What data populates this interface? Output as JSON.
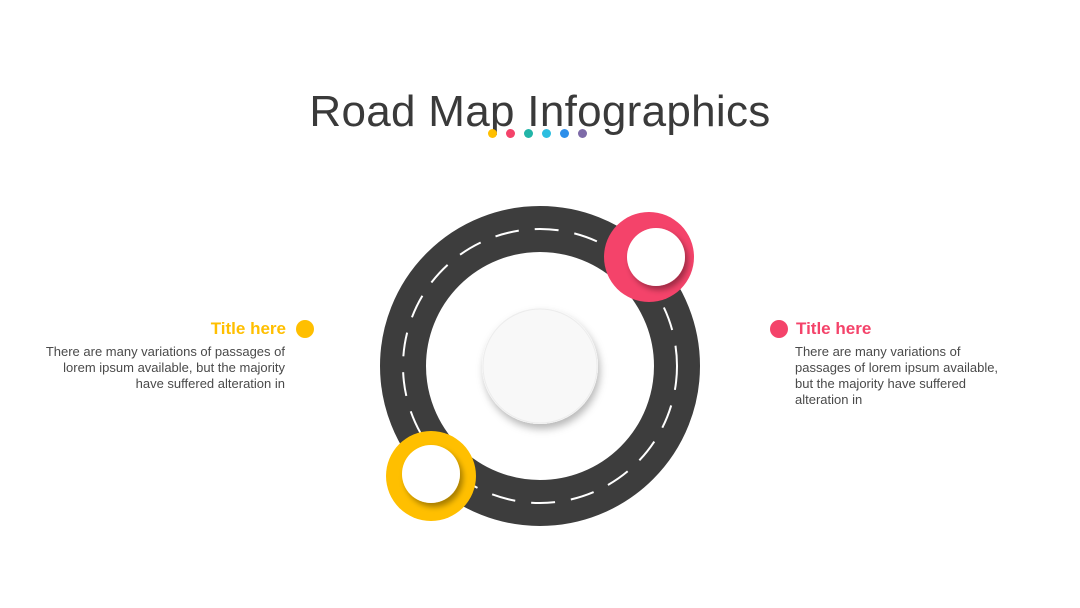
{
  "header": {
    "title": "Road Map Infographics",
    "dots": [
      {
        "color": "#FFBF00"
      },
      {
        "color": "#F4436A"
      },
      {
        "color": "#22B5A8"
      },
      {
        "color": "#2DBEE0"
      },
      {
        "color": "#2D8FEA"
      },
      {
        "color": "#7E6BA8"
      }
    ]
  },
  "colors": {
    "road": "#3d3d3d",
    "road_marking": "#ffffff",
    "yellow": "#FFBF00",
    "pink": "#F4436A"
  },
  "items": [
    {
      "title": "Title here",
      "text": "There are many variations of passages of lorem ipsum available, but the majority have suffered alteration in",
      "color": "#FFBF00"
    },
    {
      "title": "Title here",
      "text": "There are many variations of passages of lorem ipsum available, but the majority have suffered alteration in",
      "color": "#F4436A"
    }
  ]
}
